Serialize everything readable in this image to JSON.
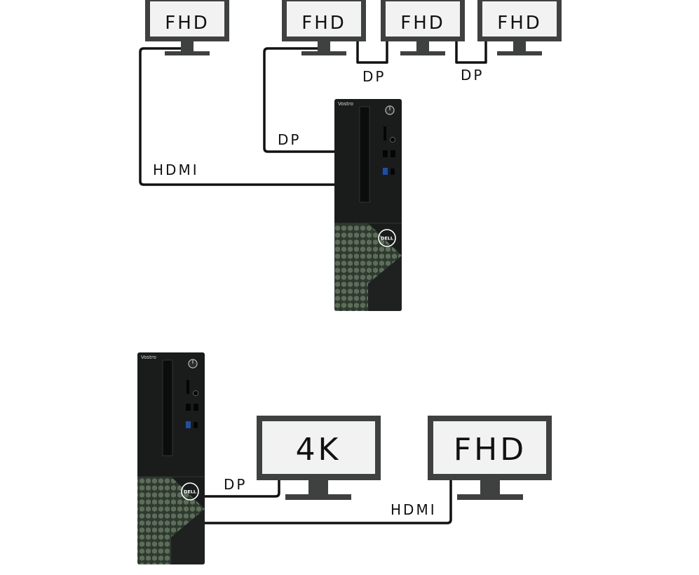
{
  "top_setup": {
    "monitors": [
      "FHD",
      "FHD",
      "FHD",
      "FHD"
    ],
    "cables": {
      "hdmi": "HDMI",
      "dp_main": "DP",
      "dp_chain_1": "DP",
      "dp_chain_2": "DP"
    },
    "tower": {
      "model": "Vostro",
      "brand": "DELL"
    }
  },
  "bottom_setup": {
    "monitors": [
      "4K",
      "FHD"
    ],
    "cables": {
      "dp": "DP",
      "hdmi": "HDMI"
    },
    "tower": {
      "model": "Vostro",
      "brand": "DELL"
    }
  }
}
